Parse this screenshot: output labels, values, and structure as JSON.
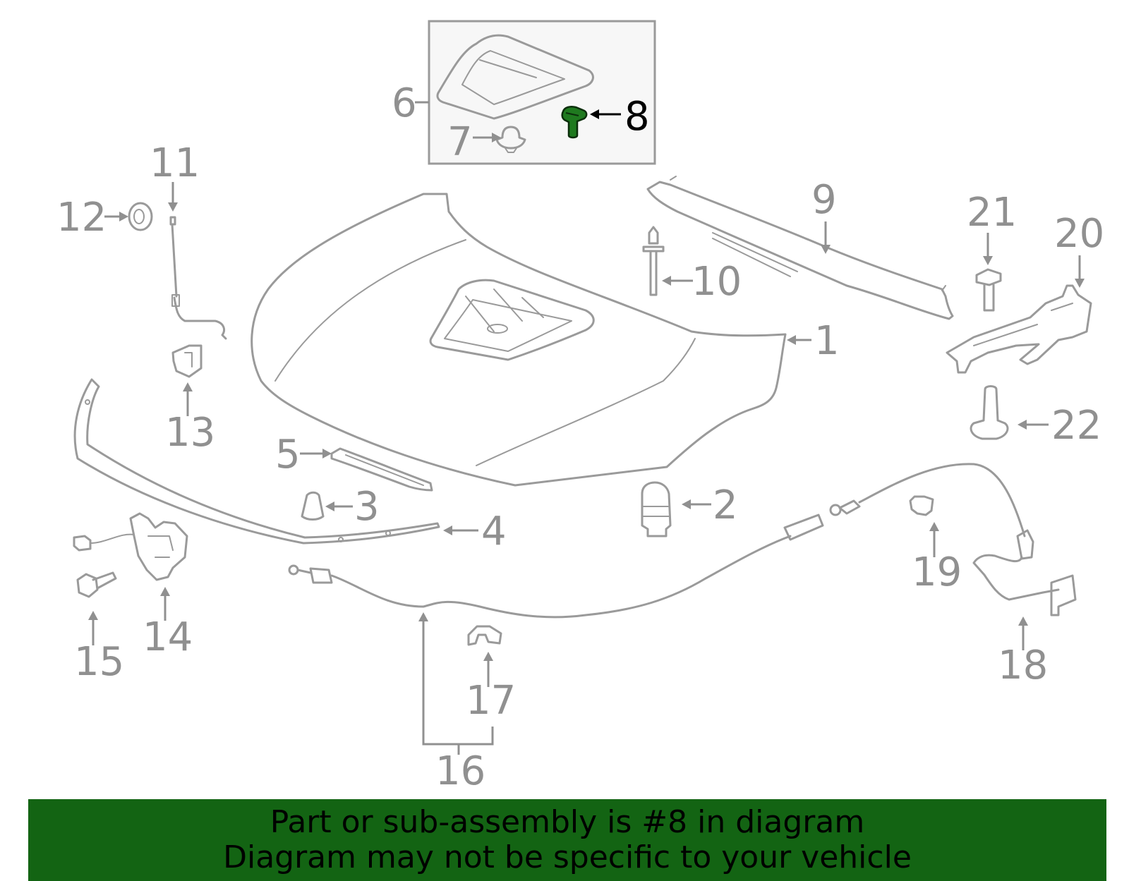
{
  "diagram": {
    "callouts": [
      {
        "id": "1",
        "label": "1"
      },
      {
        "id": "2",
        "label": "2"
      },
      {
        "id": "3",
        "label": "3"
      },
      {
        "id": "4",
        "label": "4"
      },
      {
        "id": "5",
        "label": "5"
      },
      {
        "id": "6",
        "label": "6"
      },
      {
        "id": "7",
        "label": "7"
      },
      {
        "id": "8",
        "label": "8"
      },
      {
        "id": "9",
        "label": "9"
      },
      {
        "id": "10",
        "label": "10"
      },
      {
        "id": "11",
        "label": "11"
      },
      {
        "id": "12",
        "label": "12"
      },
      {
        "id": "13",
        "label": "13"
      },
      {
        "id": "14",
        "label": "14"
      },
      {
        "id": "15",
        "label": "15"
      },
      {
        "id": "16",
        "label": "16"
      },
      {
        "id": "17",
        "label": "17"
      },
      {
        "id": "18",
        "label": "18"
      },
      {
        "id": "19",
        "label": "19"
      },
      {
        "id": "20",
        "label": "20"
      },
      {
        "id": "21",
        "label": "21"
      },
      {
        "id": "22",
        "label": "22"
      }
    ],
    "highlighted_part": "8",
    "colors": {
      "line_art": "#9a9a9a",
      "callout_text": "#909090",
      "highlight_part": "#1f7a1f",
      "highlight_text": "#000000"
    }
  },
  "banner": {
    "line1": "Part or sub-assembly is #8 in diagram",
    "line2": "Diagram may not be specific to your vehicle",
    "background": "#136413"
  }
}
